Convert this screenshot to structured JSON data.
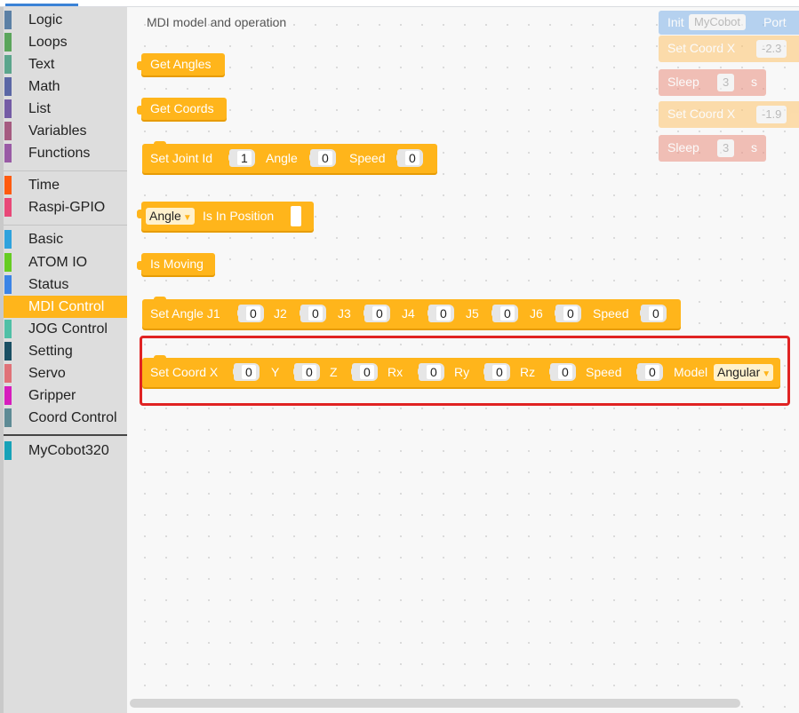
{
  "toolbox": {
    "categories": [
      {
        "label": "Logic",
        "color": "#5b80a5"
      },
      {
        "label": "Loops",
        "color": "#5ba55b"
      },
      {
        "label": "Text",
        "color": "#5ba58c"
      },
      {
        "label": "Math",
        "color": "#5b67a5"
      },
      {
        "label": "List",
        "color": "#745ba5"
      },
      {
        "label": "Variables",
        "color": "#a55b80"
      },
      {
        "label": "Functions",
        "color": "#995ba5"
      },
      {
        "label": "Time",
        "color": "#ff5b0f"
      },
      {
        "label": "Raspi-GPIO",
        "color": "#e84878"
      },
      {
        "label": "Basic",
        "color": "#2ea2dd"
      },
      {
        "label": "ATOM IO",
        "color": "#66cc22"
      },
      {
        "label": "Status",
        "color": "#3b84e6"
      },
      {
        "label": "MDI Control",
        "color": "#ffb51b"
      },
      {
        "label": "JOG Control",
        "color": "#4fc0a6"
      },
      {
        "label": "Setting",
        "color": "#1a4f63"
      },
      {
        "label": "Servo",
        "color": "#e07278"
      },
      {
        "label": "Gripper",
        "color": "#d61dbd"
      },
      {
        "label": "Coord Control",
        "color": "#5e8b95"
      },
      {
        "label": "MyCobot320",
        "color": "#17a2b8"
      }
    ],
    "selected": "MDI Control"
  },
  "workspace": {
    "title": "MDI model and operation",
    "blocks": {
      "get_angles": "Get Angles",
      "get_coords": "Get Coords",
      "set_joint": {
        "label": "Set Joint Id",
        "id": "1",
        "angle_label": "Angle",
        "angle": "0",
        "speed_label": "Speed",
        "speed": "0"
      },
      "in_position": {
        "option": "Angle",
        "label": "Is In Position"
      },
      "is_moving": "Is Moving",
      "set_angle": {
        "label": "Set Angle J1",
        "j1": "0",
        "j2_label": "J2",
        "j2": "0",
        "j3_label": "J3",
        "j3": "0",
        "j4_label": "J4",
        "j4": "0",
        "j5_label": "J5",
        "j5": "0",
        "j6_label": "J6",
        "j6": "0",
        "speed_label": "Speed",
        "speed": "0"
      },
      "set_coord": {
        "label": "Set Coord X",
        "x": "0",
        "y_label": "Y",
        "y": "0",
        "z_label": "Z",
        "z": "0",
        "rx_label": "Rx",
        "rx": "0",
        "ry_label": "Ry",
        "ry": "0",
        "rz_label": "Rz",
        "rz": "0",
        "speed_label": "Speed",
        "speed": "0",
        "model_label": "Model",
        "model": "Angular"
      }
    },
    "ghost": {
      "init_label": "Init",
      "init_option": "MyCobot",
      "port_label": "Port",
      "coord1_label": "Set Coord X",
      "coord1_value": "-2.3",
      "sleep1_label": "Sleep",
      "sleep1_value": "3",
      "sleep1_unit": "s",
      "coord2_label": "Set Coord X",
      "coord2_value": "-1.9",
      "sleep2_label": "Sleep",
      "sleep2_value": "3",
      "sleep2_unit": "s"
    }
  },
  "colors": {
    "block": "#ffb51b",
    "highlight": "#e02323",
    "ghost_blue": "#7fb3e8",
    "ghost_orange": "#ffc56b",
    "ghost_red": "#ea8f7f"
  }
}
